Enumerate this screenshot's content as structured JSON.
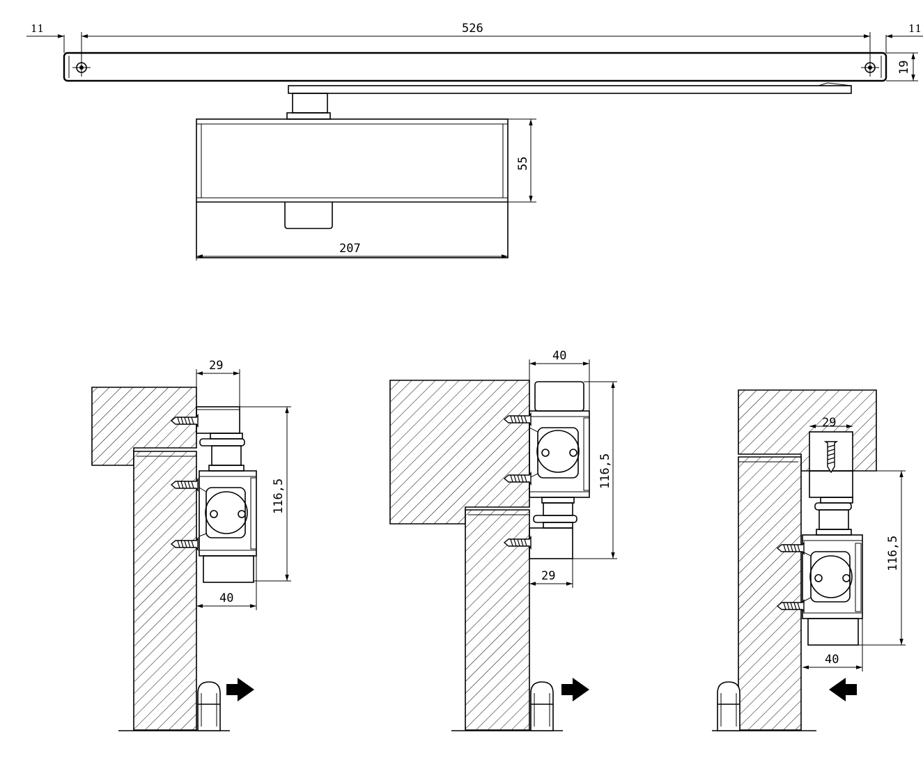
{
  "dimensions": {
    "top": {
      "left_offset": "11",
      "rail_length": "526",
      "right_offset": "11",
      "rail_height": "19",
      "body_height": "55",
      "body_width": "207"
    },
    "view_left": {
      "shoe_width": "29",
      "mount_height": "116,5",
      "body_depth": "40"
    },
    "view_middle": {
      "body_depth": "40",
      "mount_height": "116,5",
      "shoe_width": "29"
    },
    "view_right": {
      "shoe_width": "29",
      "mount_height": "116,5",
      "body_depth": "40"
    }
  },
  "colors": {
    "line": "#000000",
    "background": "#ffffff"
  },
  "icons": [
    "screw-icon",
    "direction-arrow-icon",
    "door-stop-icon"
  ]
}
